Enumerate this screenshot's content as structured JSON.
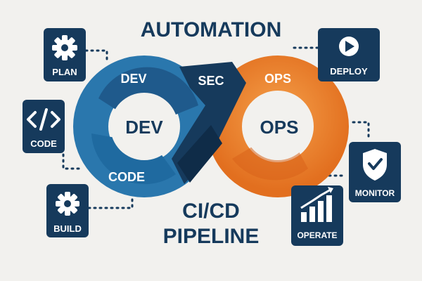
{
  "title": "AUTOMATION",
  "subtitle_line1": "CI/CD",
  "subtitle_line2": "PIPELINE",
  "loop": {
    "left_center": "DEV",
    "right_center": "OPS",
    "top_left_arc": "DEV",
    "top_middle_arc": "SEC",
    "top_right_arc": "OPS",
    "bottom_left_arc": "CODE"
  },
  "stages": [
    {
      "label": "PLAN",
      "icon": "gear-icon"
    },
    {
      "label": "CODE",
      "icon": "code-brackets-icon"
    },
    {
      "label": "BUILD",
      "icon": "gear-icon"
    },
    {
      "label": "DEPLOY",
      "icon": "play-icon"
    },
    {
      "label": "MONITOR",
      "icon": "shield-check-icon"
    },
    {
      "label": "OPERATE",
      "icon": "bar-chart-icon"
    }
  ],
  "colors": {
    "navy": "#163a5c",
    "blue_dark": "#1f5a8c",
    "blue_light": "#2a77ad",
    "orange": "#f08a2c",
    "orange_dark": "#e26f1f",
    "background": "#f2f1ee"
  }
}
